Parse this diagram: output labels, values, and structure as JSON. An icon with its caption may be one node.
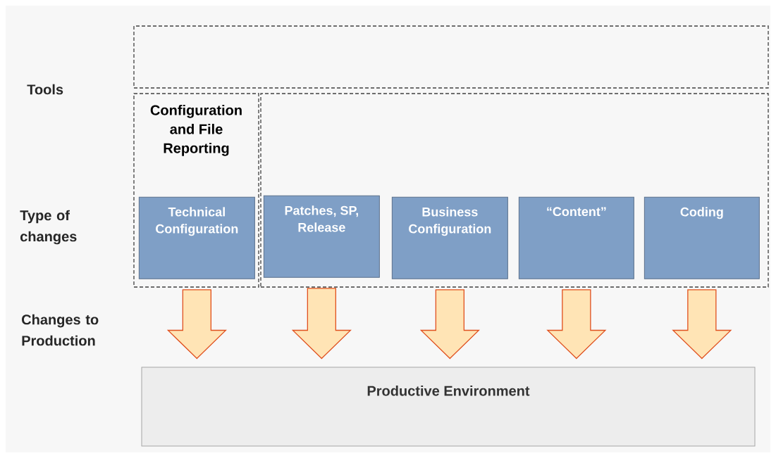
{
  "diagram": {
    "nodes": [
      {
        "text": [],
        "shape": "box"
      },
      {
        "text": [
          "Configuration and File Reporting"
        ]
      },
      {
        "text": [],
        "shape": "box"
      },
      {
        "text": [
          "Technical Configuration"
        ],
        "in": 1
      },
      {
        "text": [
          "Patches, SP, Release"
        ],
        "in": 2
      },
      {
        "text": [
          "Business Configuration"
        ],
        "in": 2
      },
      {
        "text": [
          "“Content”"
        ],
        "in": 2
      },
      {
        "text": [
          "Coding"
        ],
        "in": 2
      },
      {
        "text": [
          "Productive Environment"
        ]
      }
    ],
    "edges": [
      {
        "from": 3,
        "to": 8,
        "arrow": "to"
      },
      {
        "from": 4,
        "to": 8,
        "arrow": "to"
      },
      {
        "from": 5,
        "to": 8,
        "arrow": "to"
      },
      {
        "from": 6,
        "to": 8,
        "arrow": "to"
      },
      {
        "from": 7,
        "to": 8,
        "arrow": "to"
      }
    ],
    "labels": [
      "Tools",
      "Type of changes",
      "Changes to Production"
    ]
  }
}
